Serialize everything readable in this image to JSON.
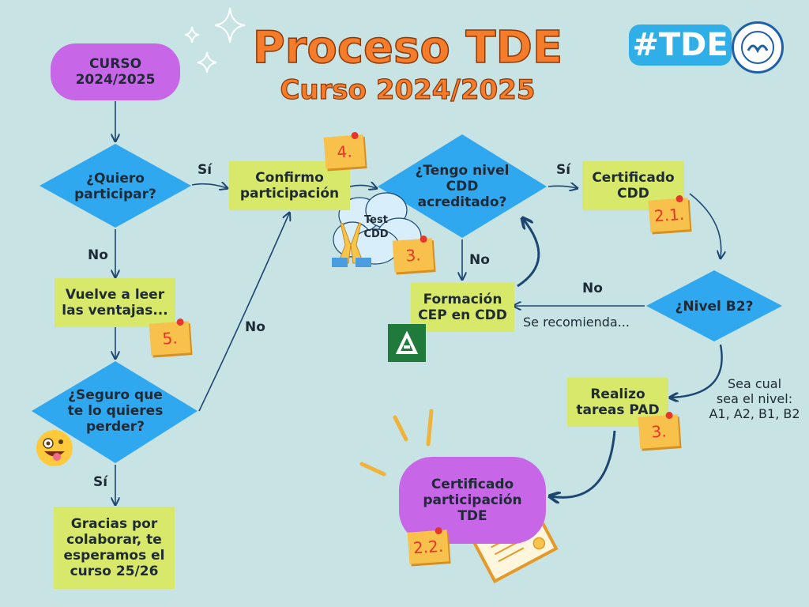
{
  "header": {
    "title": "Proceso TDE",
    "subtitle": "Curso 2024/2025",
    "badge": "#TDE"
  },
  "nodes": {
    "start": "CURSO\n2024/2025",
    "q_participar": "¿Quiero\nparticipar?",
    "confirmo": "Confirmo\nparticipación",
    "q_nivel_cdd": "¿Tengo nivel\nCDD\nacreditado?",
    "certificado_cdd": "Certificado\nCDD",
    "vuelve": "Vuelve a leer\nlas ventajas...",
    "q_seguro": "¿Seguro que\nte lo quieres\nperder?",
    "gracias": "Gracias por\ncolaborar, te\nesperamos el\ncurso 25/26",
    "formacion": "Formación\nCEP en CDD",
    "q_nivel_b2": "¿Nivel B2?",
    "realizo": "Realizo\ntareas PAD",
    "certificado_tde": "Certificado\nparticipación\nTDE",
    "test_cdd": "Test\nCDD"
  },
  "labels": {
    "si_1": "Sí",
    "no_1": "No",
    "si_2": "Sí",
    "no_seguro": "No",
    "si_seguro": "Sí",
    "no_cdd": "No",
    "no_b2": "No",
    "se_recomienda": "Se recomienda...",
    "sea_cual": "Sea cual\nsea el nivel:\nA1, A2, B1, B2"
  },
  "stickies": {
    "s4": "4.",
    "s3a": "3.",
    "s21": "2.1.",
    "s5": "5.",
    "s3b": "3.",
    "s22": "2.2."
  },
  "colors": {
    "background": "#c7e3e4",
    "diamond": "#2fa8f0",
    "green_box": "#d7e86a",
    "purple_box": "#c766e6",
    "arrow": "#1d4670",
    "title_orange": "#f47c2a"
  }
}
